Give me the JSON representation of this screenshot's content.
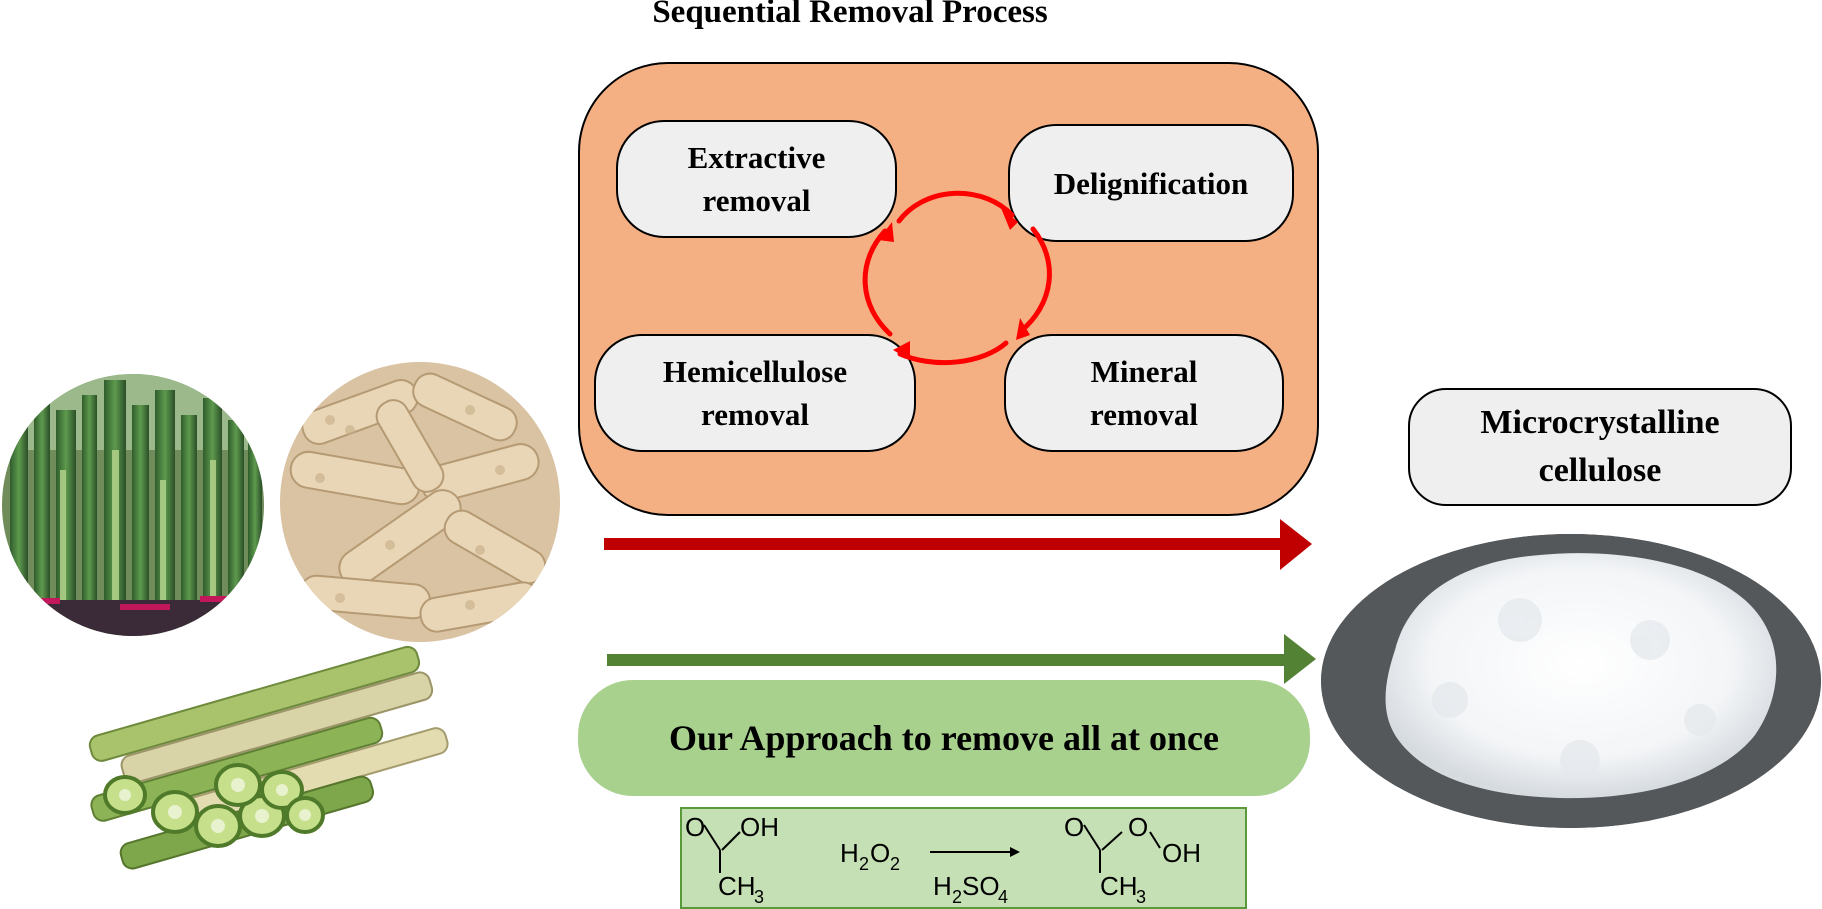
{
  "title": "Sequential Removal Process",
  "steps": {
    "extractive": [
      "Extractive",
      "removal"
    ],
    "delignification": "Delignification",
    "hemicellulose": [
      "Hemicellulose",
      "removal"
    ],
    "mineral": [
      "Mineral",
      "removal"
    ]
  },
  "product": [
    "Microcrystalline",
    "cellulose"
  ],
  "approach_label": "Our Approach to remove all at once",
  "reaction": {
    "reactant1_o": "O",
    "reactant1_oh": "OH",
    "reactant1_ch3": "CH",
    "reactant1_ch3_sub": "3",
    "reagent": "H",
    "reagent_sub": "2",
    "reagent_o": "O",
    "reagent_o_sub": "2",
    "catalyst": "H",
    "catalyst_sub": "2",
    "catalyst_so": "SO",
    "catalyst_so_sub": "4",
    "product_o": "O",
    "product_o2": "O",
    "product_oh": "OH",
    "product_ch3": "CH",
    "product_ch3_sub": "3"
  },
  "colors": {
    "seq_panel": "#f4b083",
    "step_box": "#efefef",
    "cycle_arrows": "#ff0000",
    "sequential_arrow": "#c00000",
    "approach_arrow": "#548235",
    "approach_box": "#a9d18e",
    "reaction_box": "#c5e0b4"
  },
  "images": {
    "biomass_photo_1": "dragon-fruit-stems-photo",
    "biomass_photo_2": "corn-cobs-photo",
    "biomass_photo_3": "sugarcane-bagasse-photo",
    "product_photo": "white-cellulose-powder-photo"
  }
}
